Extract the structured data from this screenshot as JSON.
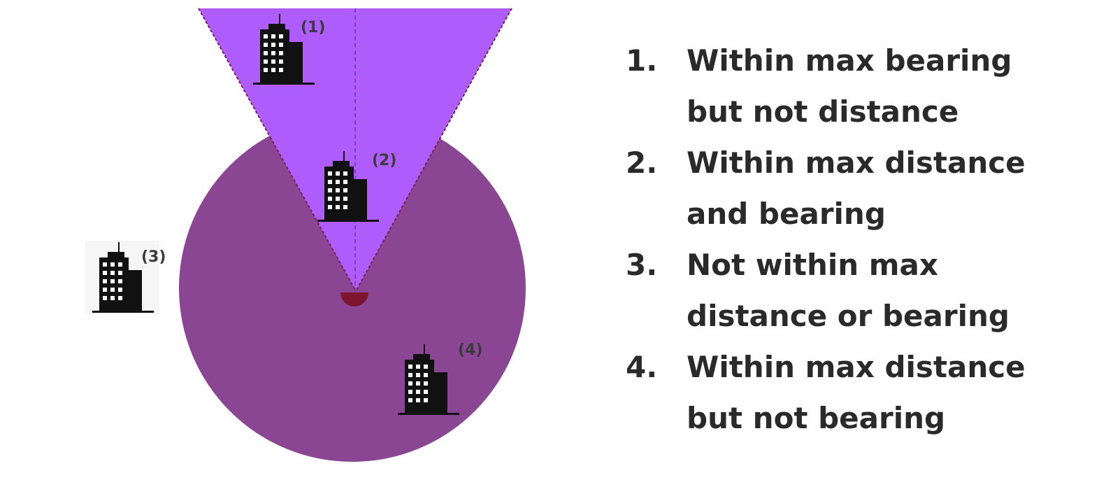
{
  "colors": {
    "cone": "#ae5cfc",
    "circle": "#8a4693",
    "center_dot": "#7d1530",
    "cone_edge": "#7a1f4f",
    "building": "#111111",
    "text": "#2a2a2a"
  },
  "diagram": {
    "labels": {
      "b1": "(1)",
      "b2": "(2)",
      "b3": "(3)",
      "b4": "(4)"
    },
    "icons": {
      "building": "office-building-icon"
    }
  },
  "legend": {
    "items": [
      {
        "number": "1.",
        "line1": "Within max bearing",
        "line2": "but not distance"
      },
      {
        "number": "2.",
        "line1": "Within max distance",
        "line2": "and bearing"
      },
      {
        "number": "3.",
        "line1": "Not within max",
        "line2": "distance or bearing"
      },
      {
        "number": "4.",
        "line1": "Within max distance",
        "line2": "but not bearing"
      }
    ]
  }
}
